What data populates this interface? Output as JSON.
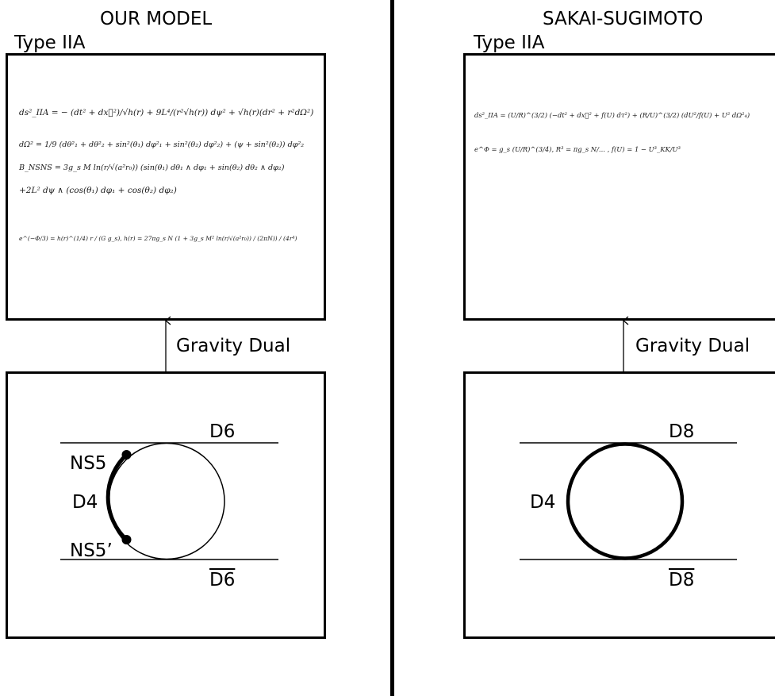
{
  "left": {
    "title": "OUR MODEL",
    "subtitle": "Type IIA",
    "arrow_label": "Gravity Dual",
    "equations": [
      "ds²_IIA = − (dt² + dx⃗²)/√h(r) + 9L⁴/(r²√h(r)) dψ² + √h(r)(dr² + r²dΩ²)",
      "dΩ² = 1/9 (dθ²₁ + dθ²₂ + sin²(θ₁) dφ²₁ + sin²(θ₂) dφ²₂) + (ψ + sin²(θ₂)) dφ²₂",
      "B_NSNS = 3g_s M ln(r/√(a²r₀)) (sin(θ₁) dθ₁ ∧ dφ₁ + sin(θ₂) dθ₂ ∧ dφ₂)",
      "+2L² dψ ∧ (cos(θ₁) dφ₁ + cos(θ₂) dφ₂)",
      "e^(−Φ/3) = h(r)^(1/4) r / (G g_s),     h(r) = 27πg_s N (1 + 3g_s M² ln(r/√(a²r₀)) / (2πN)) / (4r⁴)"
    ],
    "labels": {
      "top_brane": "D6",
      "bottom_brane": "D6",
      "upper_ns": "NS5",
      "middle": "D4",
      "lower_ns": "NS5’"
    }
  },
  "right": {
    "title": "SAKAI-SUGIMOTO",
    "subtitle": "Type IIA",
    "arrow_label": "Gravity Dual",
    "equations": [
      "ds²_IIA = (U/R)^(3/2) (−dt² + dx⃗² + f(U) dτ²) + (R/U)^(3/2) (dU²/f(U) + U² dΩ²₄)",
      "e^Φ = g_s (U/R)^(3/4),     R³ = πg_s N/... ,     f(U) = 1 − U³_KK/U³"
    ],
    "labels": {
      "top_brane": "D8",
      "bottom_brane": "D8",
      "middle": "D4"
    }
  }
}
